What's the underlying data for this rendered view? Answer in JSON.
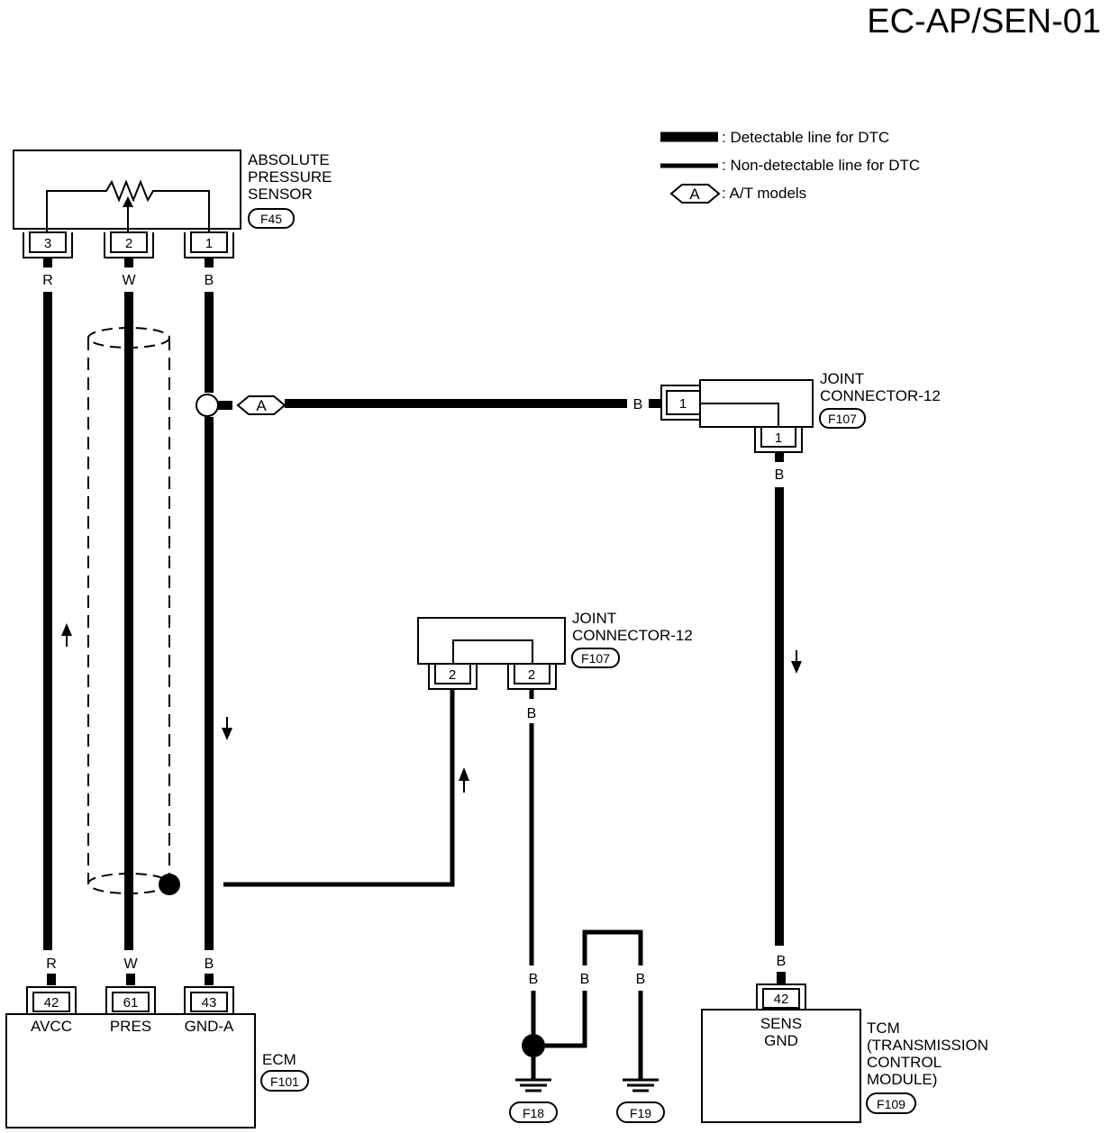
{
  "title": "EC-AP/SEN-01",
  "legend": {
    "detectable": ": Detectable line for DTC",
    "non_detectable": ": Non-detectable line for DTC",
    "option_badge": "A",
    "option_text": ": A/T models"
  },
  "sensor": {
    "label_lines": [
      "ABSOLUTE",
      "PRESSURE",
      "SENSOR"
    ],
    "connector": "F45",
    "pins": [
      "3",
      "2",
      "1"
    ],
    "wire_colors": [
      "R",
      "W",
      "B"
    ]
  },
  "joint_upper": {
    "label_lines": [
      "JOINT",
      "CONNECTOR-12"
    ],
    "connector": "F107",
    "pin_left": "1",
    "pin_bottom": "1",
    "wire_in": "B",
    "wire_out": "B",
    "option_badge": "A"
  },
  "joint_lower": {
    "label_lines": [
      "JOINT",
      "CONNECTOR-12"
    ],
    "connector": "F107",
    "pins": [
      "2",
      "2"
    ],
    "wire_color": "B"
  },
  "ecm": {
    "label": "ECM",
    "connector": "F101",
    "pins": [
      "42",
      "61",
      "43"
    ],
    "terminals": [
      "AVCC",
      "PRES",
      "GND-A"
    ],
    "wire_colors": [
      "R",
      "W",
      "B"
    ]
  },
  "grounds": {
    "wire_colors": [
      "B",
      "B",
      "B"
    ],
    "connectors": [
      "F18",
      "F19"
    ]
  },
  "tcm": {
    "label_lines": [
      "TCM",
      "(TRANSMISSION",
      "CONTROL",
      "MODULE)"
    ],
    "connector": "F109",
    "pin": "42",
    "terminal_lines": [
      "SENS",
      "GND"
    ],
    "wire_color": "B"
  }
}
